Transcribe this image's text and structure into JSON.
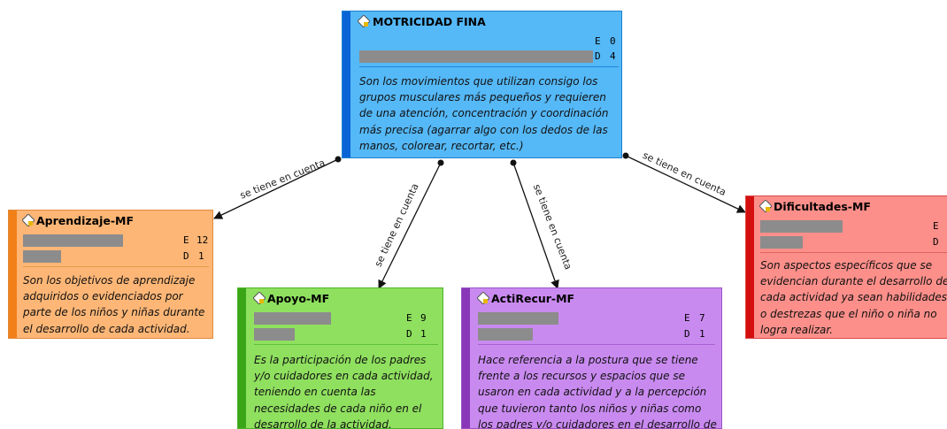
{
  "nodes": {
    "motricidad": {
      "title": "MOTRICIDAD FINA",
      "e_label": "E",
      "e_value": "0",
      "d_label": "D",
      "d_value": "4",
      "description": "Son los movimientos que utilizan consigo los grupos musculares más pequeños y requieren de una atención, concentración y coordinación más precisa (agarrar algo con los dedos de las manos, colorear, recortar, etc.)",
      "fill": "#55b8f7",
      "bar": "#0a64d6"
    },
    "aprendizaje": {
      "title": "Aprendizaje-MF",
      "e_label": "E",
      "e_value": "12",
      "d_label": "D",
      "d_value": "1",
      "description": "Son los objetivos de aprendizaje adquiridos o evidenciados por parte de los niños y niñas durante el desarrollo de cada actividad.",
      "fill": "#fdb676",
      "bar": "#f28018"
    },
    "apoyo": {
      "title": "Apoyo-MF",
      "e_label": "E",
      "e_value": "9",
      "d_label": "D",
      "d_value": "1",
      "description": "Es la participación de los padres y/o cuidadores en cada actividad, teniendo en cuenta las necesidades de cada niño en el desarrollo de la actividad.",
      "fill": "#8fe05f",
      "bar": "#3aa617"
    },
    "actirecur": {
      "title": "ActiRecur-MF",
      "e_label": "E",
      "e_value": "7",
      "d_label": "D",
      "d_value": "1",
      "description": "Hace referencia a la postura que se tiene frente a los recursos y espacios que se usaron en cada actividad y a la percepción que tuvieron tanto los niños y niñas como los padres y/o cuidadores en el desarrollo de la misma.",
      "fill": "#c98af0",
      "bar": "#8a36b8"
    },
    "dificultades": {
      "title": "Dificultades-MF",
      "e_label": "E",
      "e_value": "",
      "d_label": "D",
      "d_value": "",
      "description": "Son aspectos específicos que se evidencian durante el desarrollo de cada actividad ya sean habilidades o destrezas que el niño o niña no logra realizar.",
      "fill": "#fd8f8a",
      "bar": "#d40f0f"
    }
  },
  "edges": [
    {
      "label": "se tiene en cuenta",
      "to": "Aprendizaje-MF"
    },
    {
      "label": "se tiene en cuenta",
      "to": "Apoyo-MF"
    },
    {
      "label": "se tiene en cuenta",
      "to": "ActiRecur-MF"
    },
    {
      "label": "se tiene en cuenta",
      "to": "Dificultades-MF"
    }
  ],
  "icon_name": "quotation-diamond-icon"
}
